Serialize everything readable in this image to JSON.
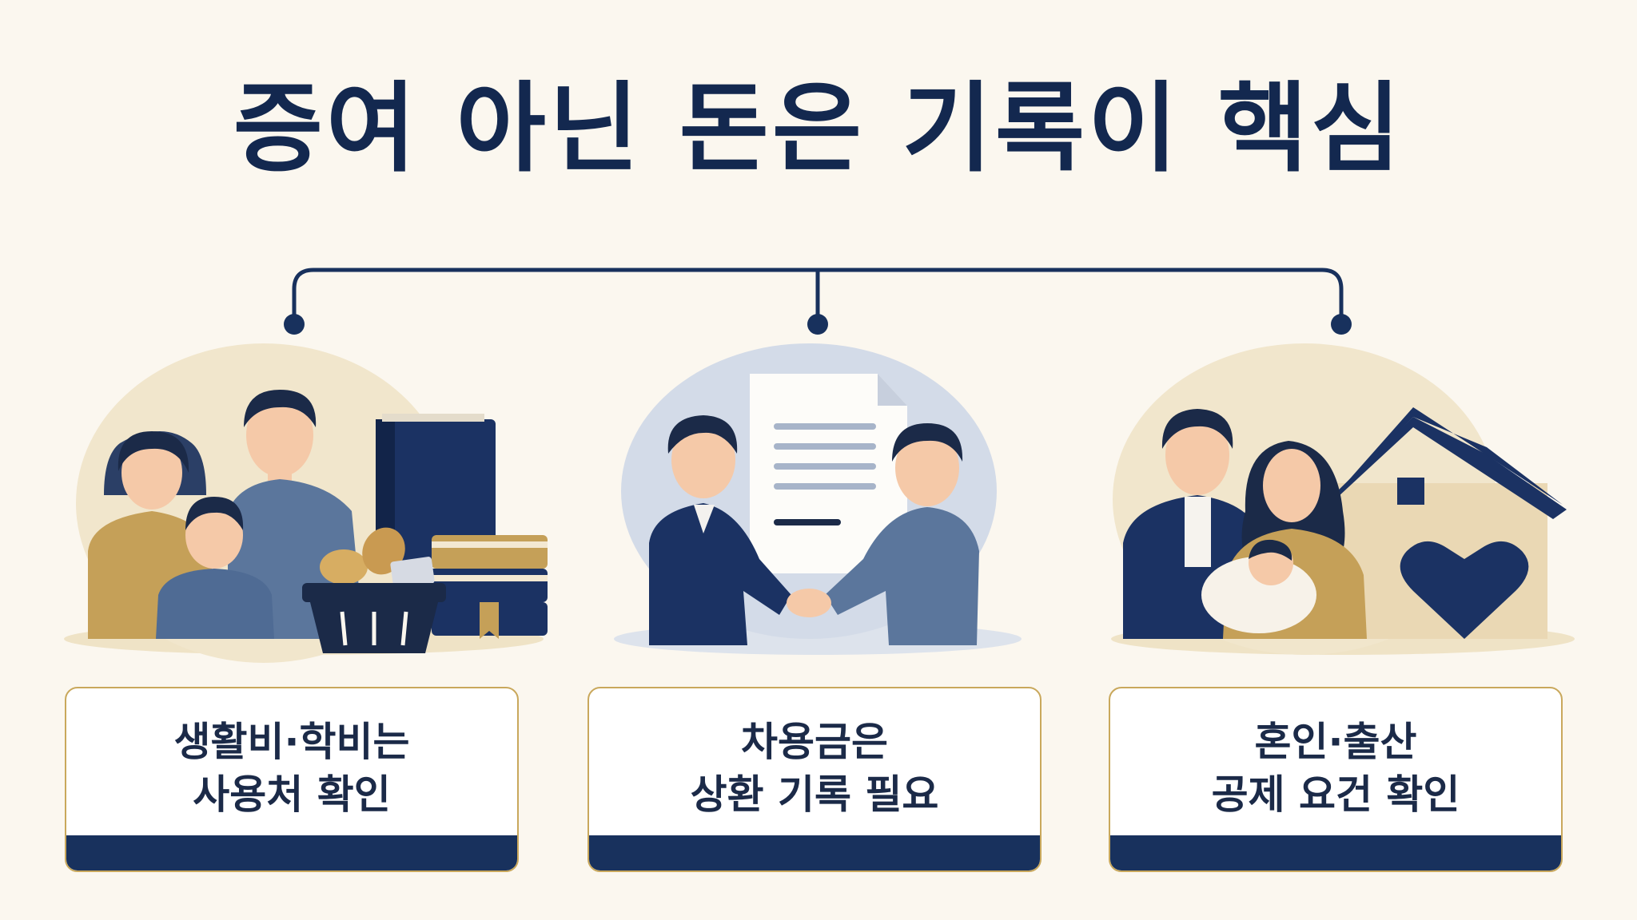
{
  "title": "증여 아닌 돈은 기록이 핵심",
  "colors": {
    "background": "#fbf7ef",
    "navy": "#18315d",
    "slate_blue": "#5b769c",
    "mustard": "#c5a058",
    "beige": "#f0e3c8",
    "card_border": "#c9a85c"
  },
  "cards": [
    {
      "line1": "생활비·학비는",
      "line2": "사용처 확인",
      "illustration": "family-books-basket"
    },
    {
      "line1": "차용금은",
      "line2": "상환 기록 필요",
      "illustration": "handshake-document"
    },
    {
      "line1": "혼인·출산",
      "line2": "공제 요건 확인",
      "illustration": "couple-baby-house-heart"
    }
  ]
}
